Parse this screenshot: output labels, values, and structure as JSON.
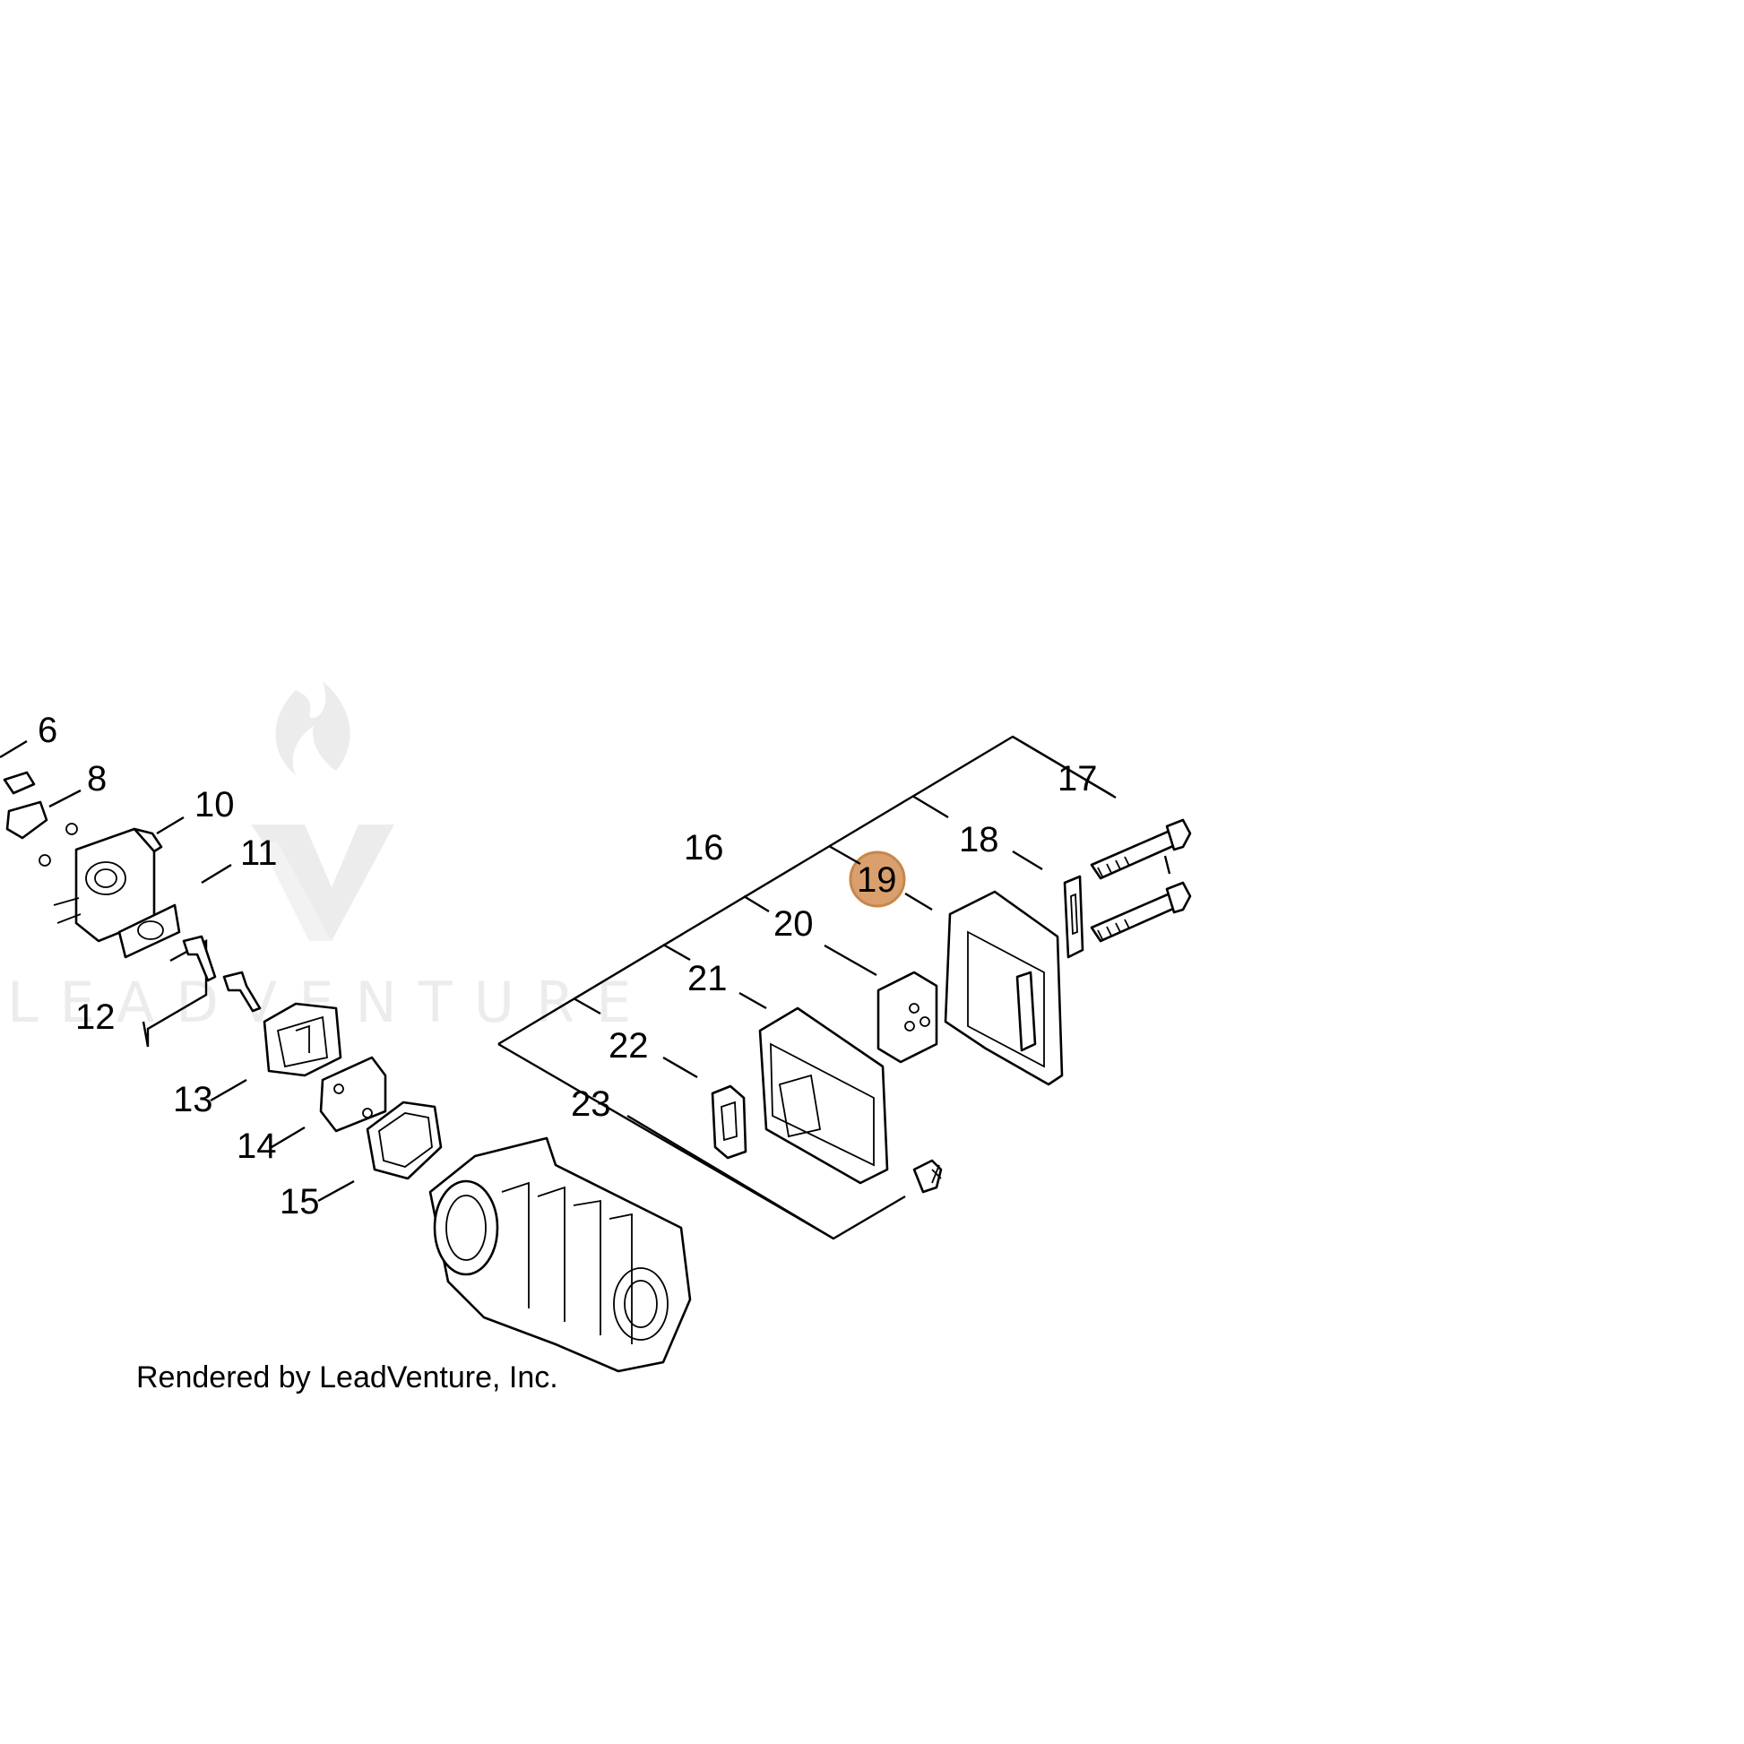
{
  "watermark": {
    "text": "LEADVENTURE"
  },
  "highlight": {
    "color": "#c8864a",
    "fill": "#d9a06e"
  },
  "callouts": [
    {
      "id": "6",
      "label": "6"
    },
    {
      "id": "8",
      "label": "8"
    },
    {
      "id": "10",
      "label": "10"
    },
    {
      "id": "11",
      "label": "11"
    },
    {
      "id": "12",
      "label": "12"
    },
    {
      "id": "13",
      "label": "13"
    },
    {
      "id": "14",
      "label": "14"
    },
    {
      "id": "15",
      "label": "15"
    },
    {
      "id": "16",
      "label": "16"
    },
    {
      "id": "17",
      "label": "17"
    },
    {
      "id": "18",
      "label": "18"
    },
    {
      "id": "19",
      "label": "19",
      "highlighted": true
    },
    {
      "id": "20",
      "label": "20"
    },
    {
      "id": "21",
      "label": "21"
    },
    {
      "id": "22",
      "label": "22"
    },
    {
      "id": "23",
      "label": "23"
    }
  ],
  "footer": {
    "credit": "Rendered by LeadVenture, Inc."
  }
}
